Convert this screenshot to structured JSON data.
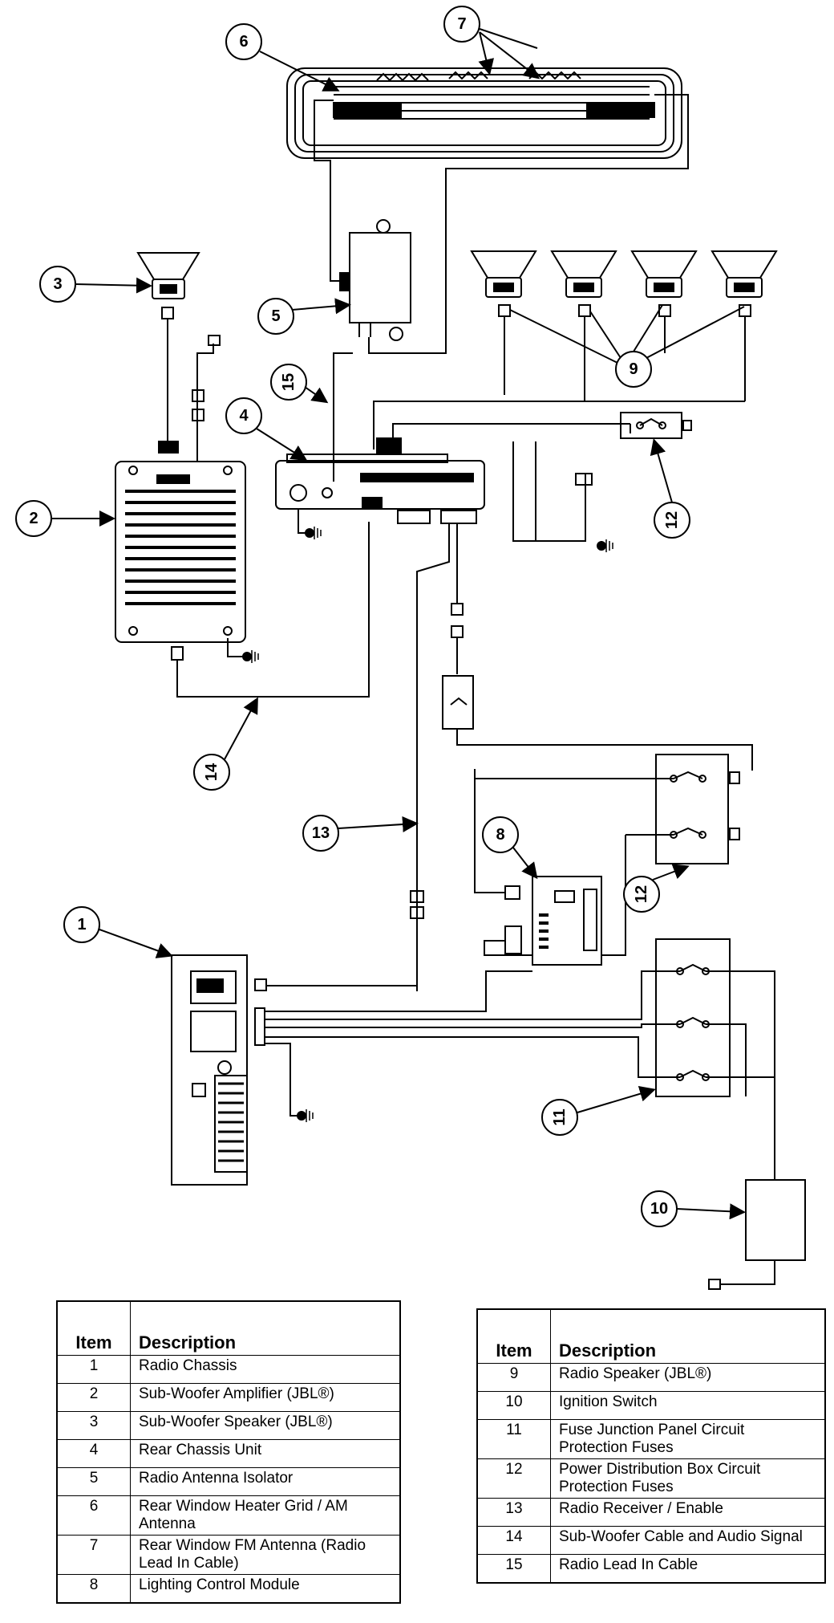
{
  "callouts": [
    "1",
    "2",
    "3",
    "4",
    "5",
    "6",
    "7",
    "8",
    "9",
    "10",
    "11",
    "12",
    "12",
    "13",
    "14",
    "15"
  ],
  "legend_left": {
    "headers": {
      "item": "Item",
      "description": "Description"
    },
    "rows": [
      {
        "item": "1",
        "description": "Radio Chassis"
      },
      {
        "item": "2",
        "description": "Sub-Woofer Amplifier (JBL®)"
      },
      {
        "item": "3",
        "description": "Sub-Woofer Speaker (JBL®)"
      },
      {
        "item": "4",
        "description": "Rear Chassis Unit"
      },
      {
        "item": "5",
        "description": "Radio Antenna Isolator"
      },
      {
        "item": "6",
        "description": "Rear Window Heater Grid / AM Antenna"
      },
      {
        "item": "7",
        "description": "Rear Window FM Antenna (Radio Lead In Cable)"
      },
      {
        "item": "8",
        "description": "Lighting Control Module"
      }
    ]
  },
  "legend_right": {
    "headers": {
      "item": "Item",
      "description": "Description"
    },
    "rows": [
      {
        "item": "9",
        "description": "Radio Speaker (JBL®)"
      },
      {
        "item": "10",
        "description": "Ignition Switch"
      },
      {
        "item": "11",
        "description": "Fuse Junction Panel Circuit Protection Fuses"
      },
      {
        "item": "12",
        "description": "Power Distribution Box Circuit Protection Fuses"
      },
      {
        "item": "13",
        "description": "Radio Receiver / Enable"
      },
      {
        "item": "14",
        "description": "Sub-Woofer Cable and Audio Signal"
      },
      {
        "item": "15",
        "description": "Radio Lead In Cable"
      }
    ]
  }
}
